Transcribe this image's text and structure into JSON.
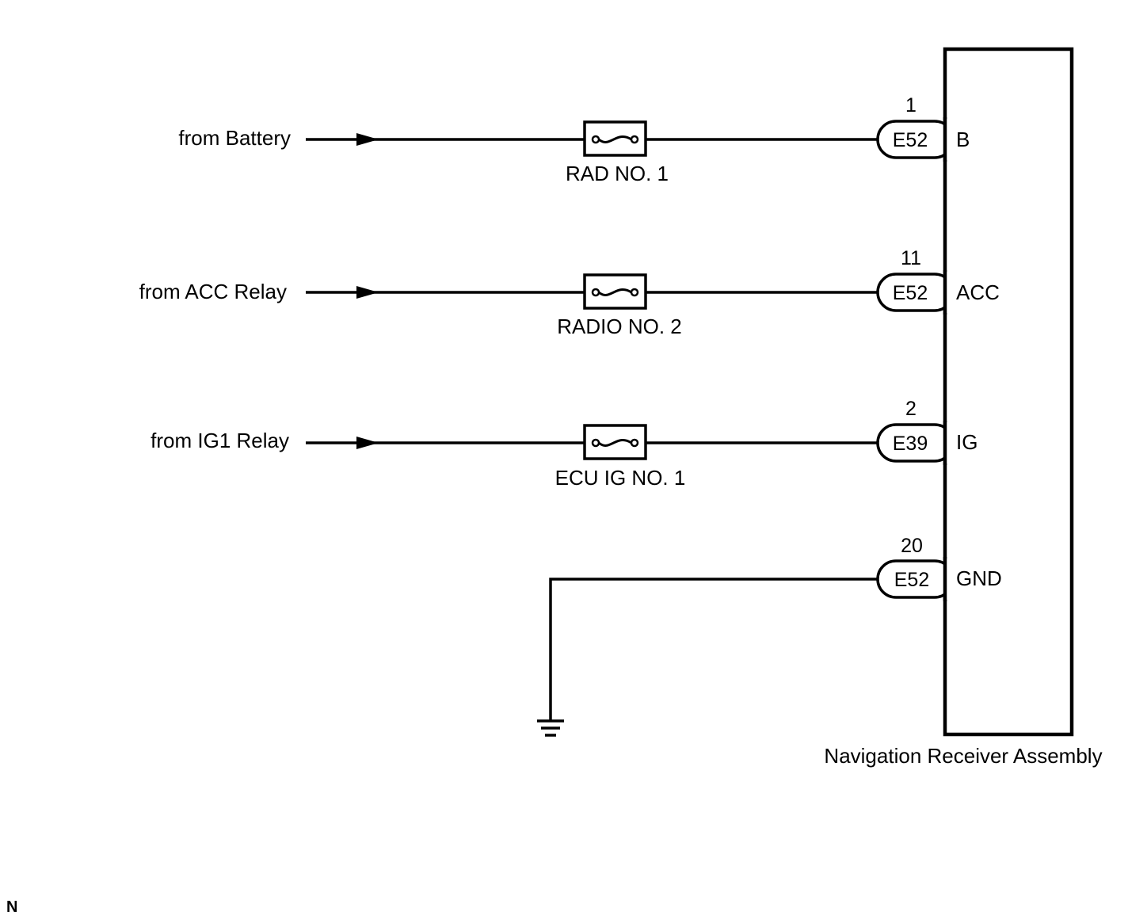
{
  "component": {
    "label": "Navigation Receiver Assembly"
  },
  "circuits": [
    {
      "source": "from Battery",
      "fuse": "RAD NO. 1",
      "connector": "E52",
      "pin": "1",
      "terminal": "B"
    },
    {
      "source": "from ACC Relay",
      "fuse": "RADIO NO. 2",
      "connector": "E52",
      "pin": "11",
      "terminal": "ACC"
    },
    {
      "source": "from IG1 Relay",
      "fuse": "ECU IG NO. 1",
      "connector": "E39",
      "pin": "2",
      "terminal": "IG"
    }
  ],
  "ground": {
    "connector": "E52",
    "pin": "20",
    "terminal": "GND"
  },
  "corner_mark": "N"
}
